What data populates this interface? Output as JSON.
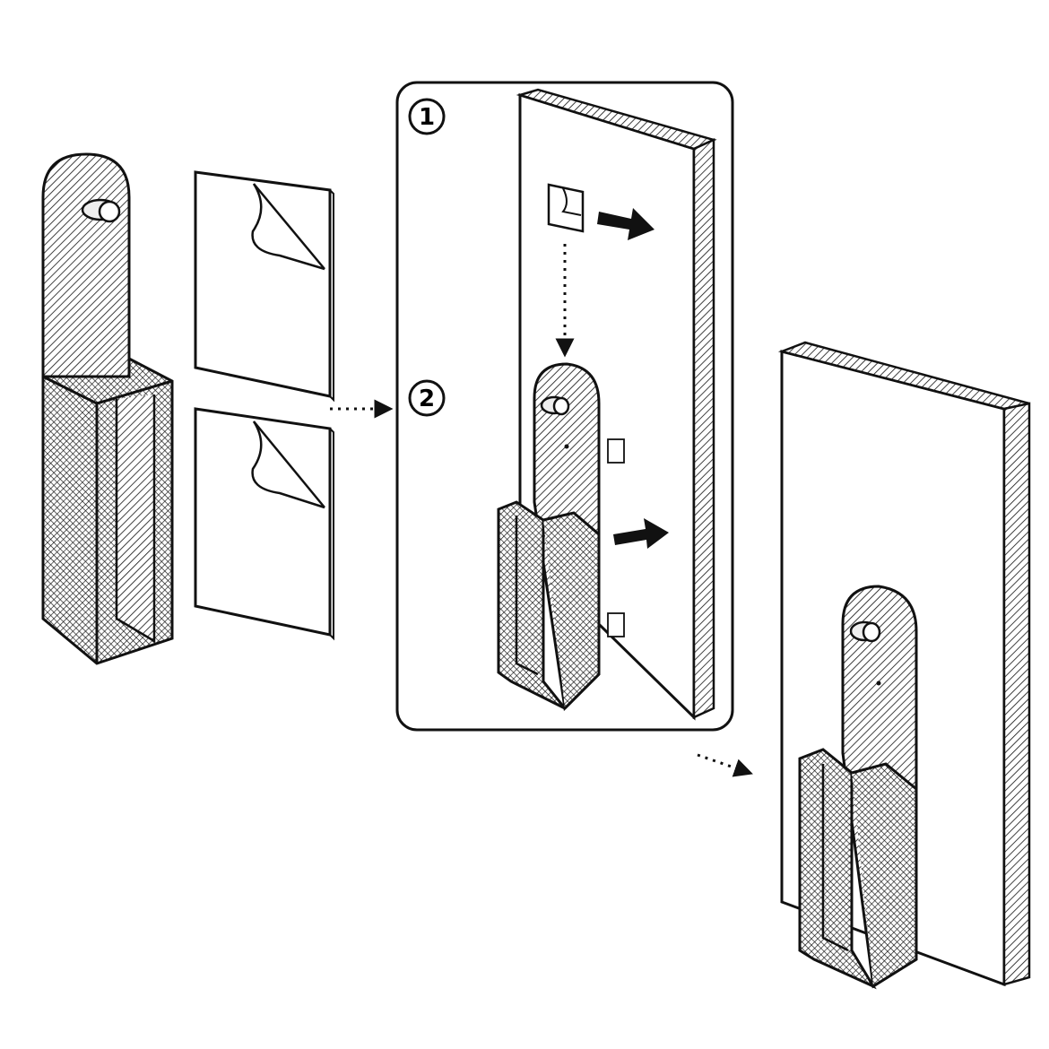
{
  "diagram": {
    "steps": [
      {
        "number": "1"
      },
      {
        "number": "2"
      }
    ],
    "parts": [
      {
        "id": "holder",
        "icon": "wall-holder-icon"
      },
      {
        "id": "adhesive-pad",
        "icon": "adhesive-pad-icon",
        "count": 2
      },
      {
        "id": "wall-panel",
        "icon": "wall-panel-icon"
      }
    ]
  },
  "colors": {
    "ink": "#111111",
    "paper": "#ffffff"
  }
}
